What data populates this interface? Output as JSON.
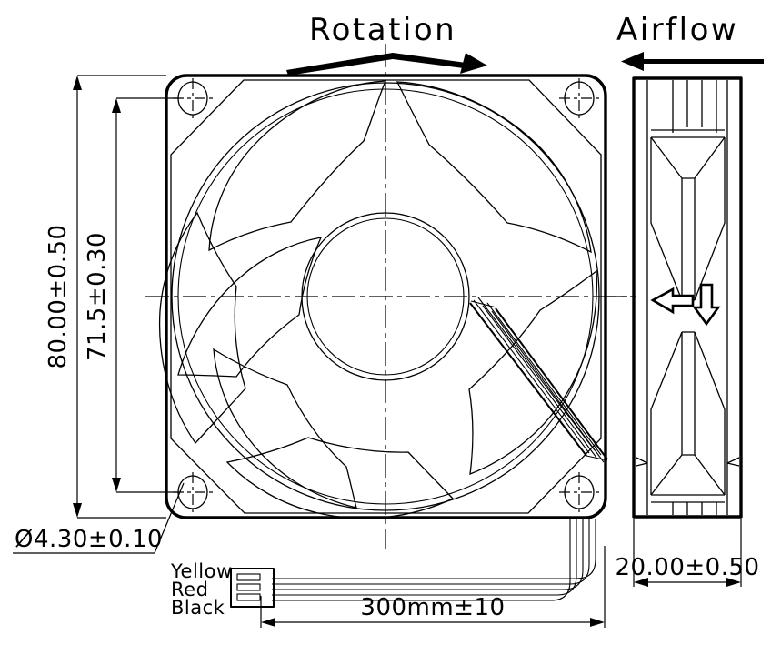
{
  "drawing": {
    "type": "axial-cooling-fan-mechanical-drawing",
    "title_front": "Rotation",
    "title_side": "Airflow",
    "labels": {
      "rotation": "Rotation",
      "airflow": "Airflow"
    },
    "dimensions": {
      "overall_width": "80.00±0.50",
      "hole_pitch": "71.5±0.30",
      "hole_diameter": "Ø4.30±0.10",
      "thickness": "20.00±0.50",
      "wire_length": "300mm±10"
    },
    "wires": {
      "items": [
        {
          "name": "Yellow"
        },
        {
          "name": "Red"
        },
        {
          "name": "Black"
        }
      ],
      "connector_pins": 3
    },
    "views": {
      "front": "front-view",
      "side": "side-view"
    },
    "colors": {
      "line": "#000000",
      "background": "#ffffff"
    },
    "geometry": {
      "blade_count": 7,
      "mounting_holes": 4
    }
  }
}
